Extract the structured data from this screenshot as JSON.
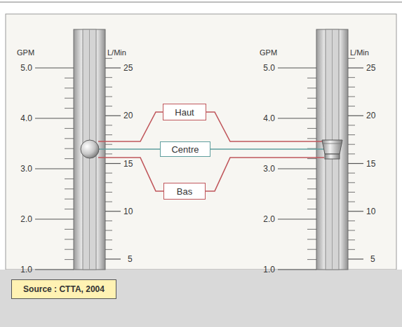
{
  "diagram": {
    "nodes": [
      {
        "text": [
          "Haut"
        ]
      },
      {
        "text": [
          "Centre"
        ]
      },
      {
        "text": [
          "Bas"
        ]
      },
      {
        "text": [
          "Source : CTTA, 2004"
        ]
      }
    ],
    "labels": [
      "GPM",
      "L/Min",
      "5.0",
      "4.0",
      "3.0",
      "2.0",
      "1.0",
      "25",
      "20",
      "15",
      "10",
      "5",
      "GPM",
      "L/Min",
      "5.0",
      "4.0",
      "3.0",
      "2.0",
      "1.0",
      "25",
      "20",
      "15",
      "10",
      "5"
    ]
  }
}
